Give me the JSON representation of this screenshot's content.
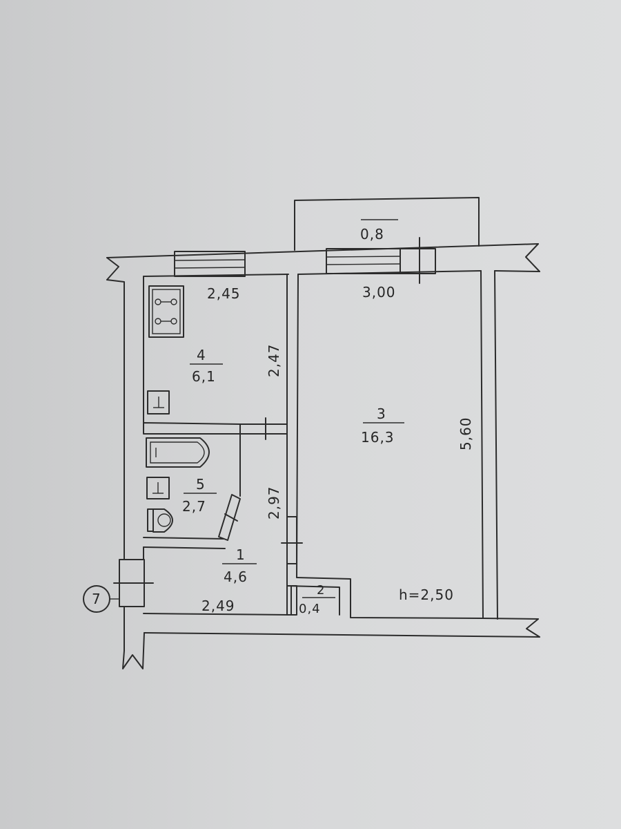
{
  "plan": {
    "balcony_area": "0,8",
    "axis_marker": "7",
    "ceiling_height": "h=2,50",
    "rooms": [
      {
        "number": "1",
        "area": "4,6"
      },
      {
        "number": "2",
        "area": "0,4"
      },
      {
        "number": "3",
        "area": "16,3"
      },
      {
        "number": "4",
        "area": "6,1"
      },
      {
        "number": "5",
        "area": "2,7"
      }
    ],
    "dimensions": {
      "kitchen_width": "2,45",
      "kitchen_depth": "2,47",
      "living_width": "3,00",
      "living_depth": "5,60",
      "corridor_depth": "2,97",
      "hall_width": "2,49"
    }
  }
}
